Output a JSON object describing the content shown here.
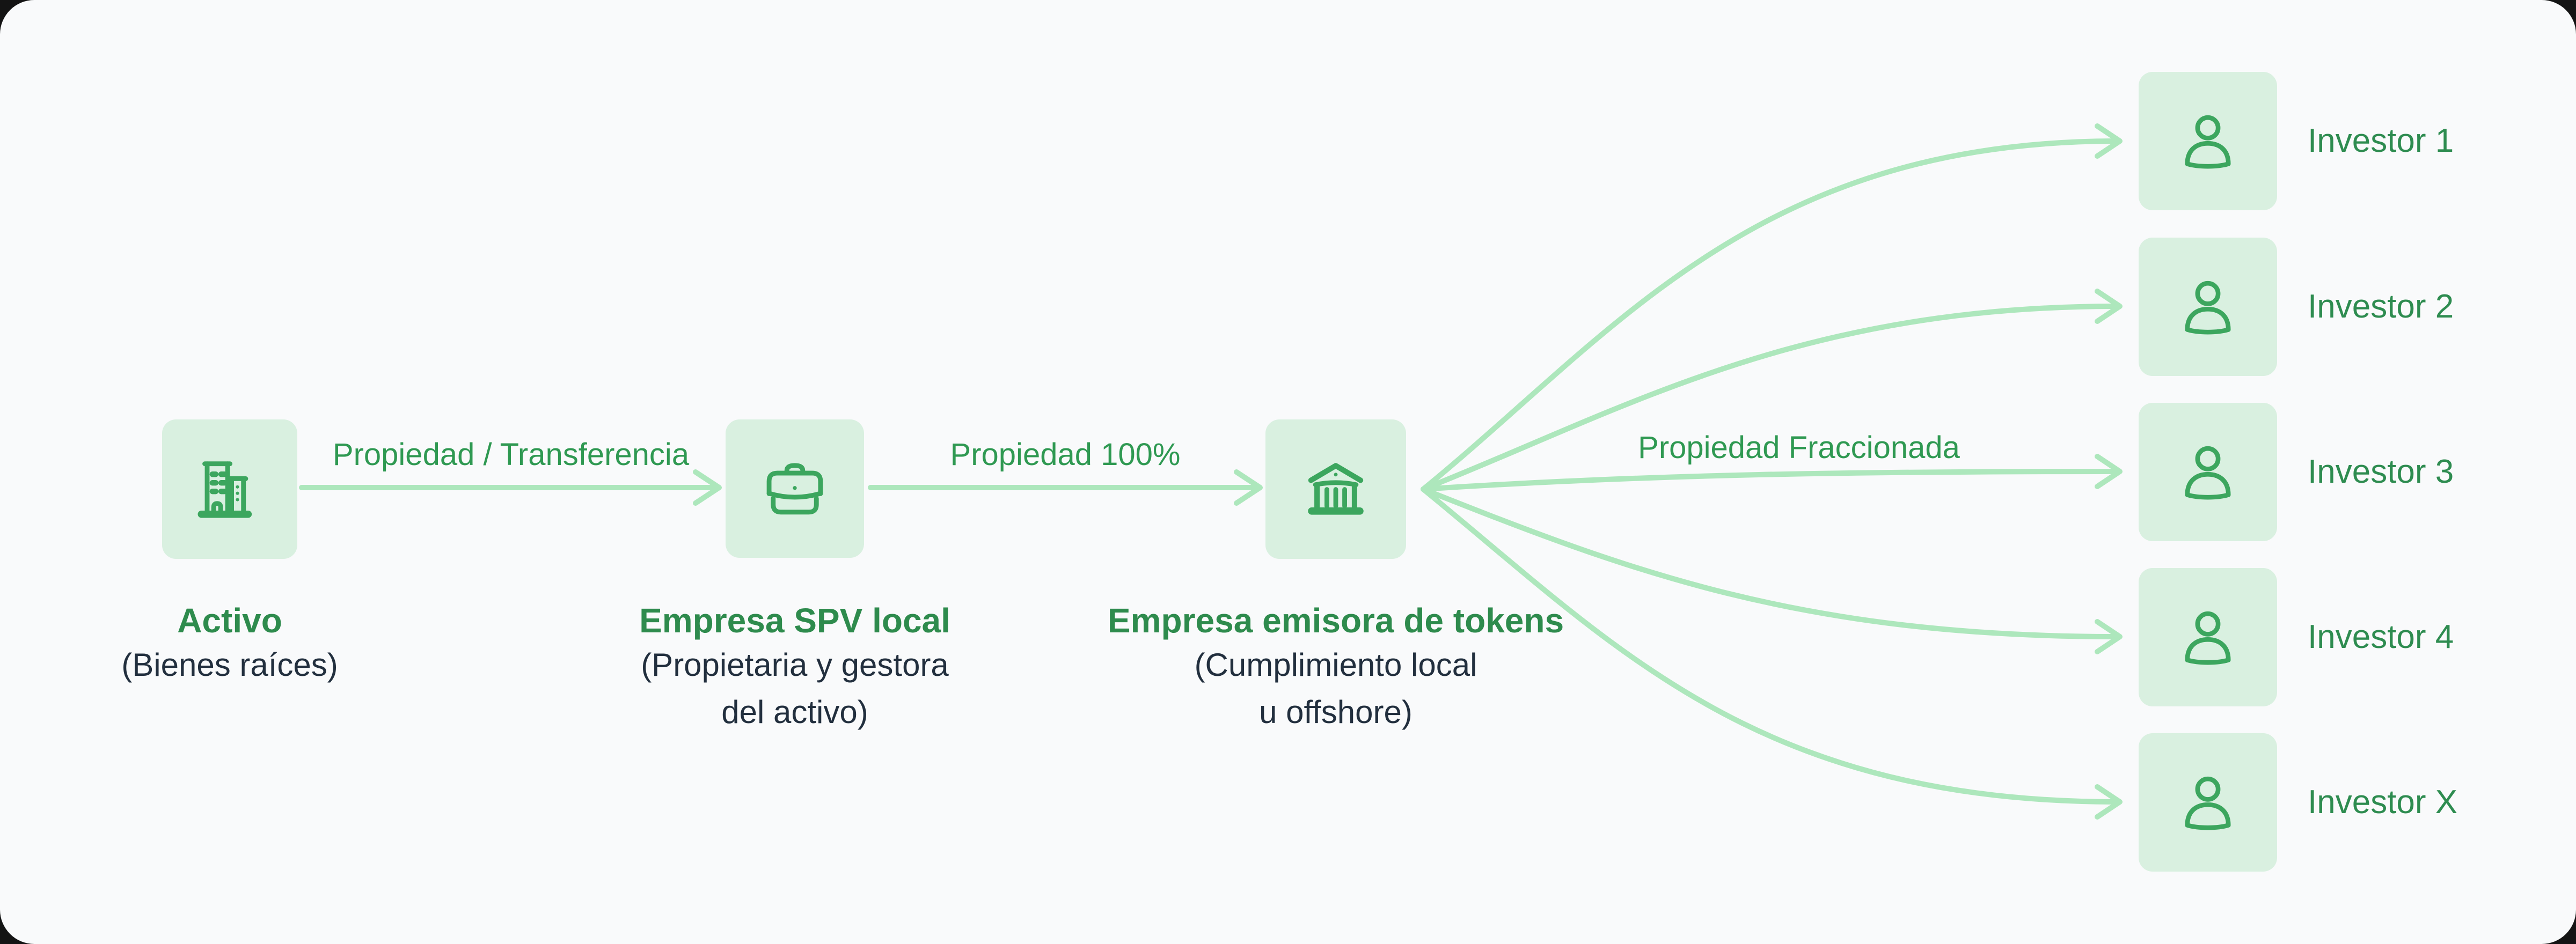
{
  "colors": {
    "outside": "#141414",
    "background_panel": "#f9fafb",
    "node_fill": "#d9f0e0",
    "icon_green": "#3ca65e",
    "title_green": "#2e8b4d",
    "edge_label_green": "#2f9952",
    "investor_label_green": "#2e8c50",
    "subtitle_dark": "#222f3e",
    "arrow_green": "#ade7bc"
  },
  "nodes": {
    "activo": {
      "title": "Activo",
      "subtitle": "(Bienes raíces)",
      "icon": "building-icon"
    },
    "spv": {
      "title": "Empresa SPV local",
      "subtitle_lines": [
        "(Propietaria y gestora",
        "del activo)"
      ],
      "icon": "briefcase-icon"
    },
    "emisora": {
      "title": "Empresa emisora de tokens",
      "subtitle_lines": [
        "(Cumplimiento local",
        "u offshore)"
      ],
      "icon": "bank-icon"
    },
    "investors": [
      {
        "label": "Investor 1"
      },
      {
        "label": "Investor 2"
      },
      {
        "label": "Investor 3"
      },
      {
        "label": "Investor 4"
      },
      {
        "label": "Investor X"
      }
    ]
  },
  "edges": {
    "activo_to_spv": {
      "label": "Propiedad / Transferencia"
    },
    "spv_to_emisora": {
      "label": "Propiedad 100%"
    },
    "emisora_to_investors": {
      "label": "Propiedad Fraccionada"
    }
  }
}
